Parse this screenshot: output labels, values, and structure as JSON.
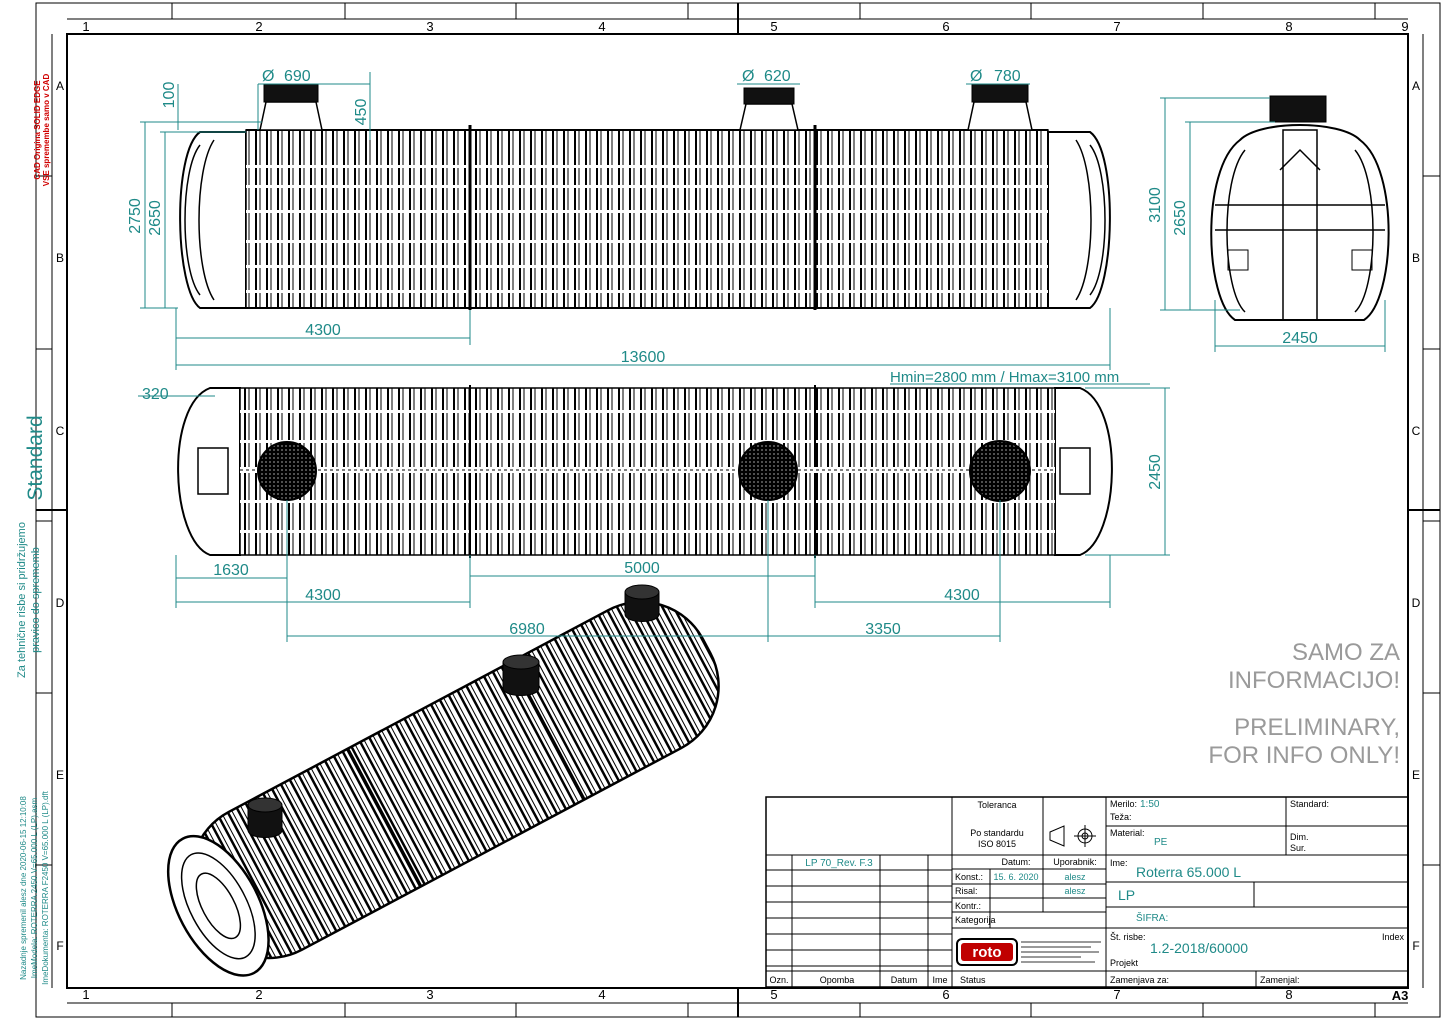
{
  "frame": {
    "columns": [
      "1",
      "2",
      "3",
      "4",
      "5",
      "6",
      "7",
      "8",
      "9"
    ],
    "rows": [
      "A",
      "B",
      "C",
      "D",
      "E",
      "F"
    ],
    "sheet_size": "A3"
  },
  "side_notes": {
    "cad_line1": "CAD Origina SOLID EDGE",
    "cad_line2": "VSE spremembe samo v CAD",
    "standard": "Standard",
    "follow_line1": "Za tehnične risbe si pridržujemo",
    "follow_line2": "pravico do sprememb",
    "file_line1": "Nazadnje spremenil alesz dne 2020-06-15 12:10:08",
    "file_line2": "ImeModela: ROTERRA 2450 V=65.000 L (LP).asm",
    "file_line3": "ImeDokumenta: ROTERRA F2450 V=65.000 L (LP).dft"
  },
  "dimensions": {
    "d690": "690",
    "d620": "620",
    "d780": "780",
    "h100": "100",
    "h450": "450",
    "h2750": "2750",
    "h2650": "2650",
    "h3100": "3100",
    "h2650b": "2650",
    "w2450": "2450",
    "w4300a": "4300",
    "w13600": "13600",
    "hrange": "Hmin=2800 mm / Hmax=3100 mm",
    "w320": "320",
    "h2450": "2450",
    "w1630": "1630",
    "w5000": "5000",
    "w4300b": "4300",
    "w4300c": "4300",
    "w6980": "6980",
    "w3350": "3350"
  },
  "notices": {
    "samo1": "SAMO ZA",
    "samo2": "INFORMACIJO!",
    "prelim1": "PRELIMINARY,",
    "prelim2": "FOR INFO ONLY!"
  },
  "title_block": {
    "toleranca": "Toleranca",
    "po_standardu": "Po standardu",
    "iso": "ISO 8015",
    "merilo_label": "Merilo:",
    "merilo_value": "1:50",
    "teza_label": "Teža:",
    "material_label": "Material:",
    "material_value": "PE",
    "standard_label": "Standard:",
    "dim_label": "Dim.",
    "sur_label": "Sur.",
    "revision": "LP 70_Rev. F.3",
    "datum_label": "Datum:",
    "uporabnik_label": "Uporabnik:",
    "ime_label": "Ime:",
    "ime_value": "Roterra 65.000 L",
    "konst_label": "Konst.:",
    "konst_date": "15. 6. 2020",
    "konst_user": "alesz",
    "risal_label": "Risal:",
    "risal_user": "alesz",
    "kontr_label": "Kontr.:",
    "kategorija_label": "Kategorija",
    "lp": "LP",
    "sifra_label": "ŠIFRA:",
    "st_risbe_label": "Št. risbe:",
    "index_label": "Index",
    "drawing_number": "1.2-2018/60000",
    "projekt_label": "Projekt",
    "logo": "roto",
    "ozn": "Ozn.",
    "opomba": "Opomba",
    "datum_col": "Datum",
    "ime_col": "Ime",
    "status": "Status",
    "zamenjava_za": "Zamenjava za:",
    "zamenjal": "Zamenjal:"
  }
}
